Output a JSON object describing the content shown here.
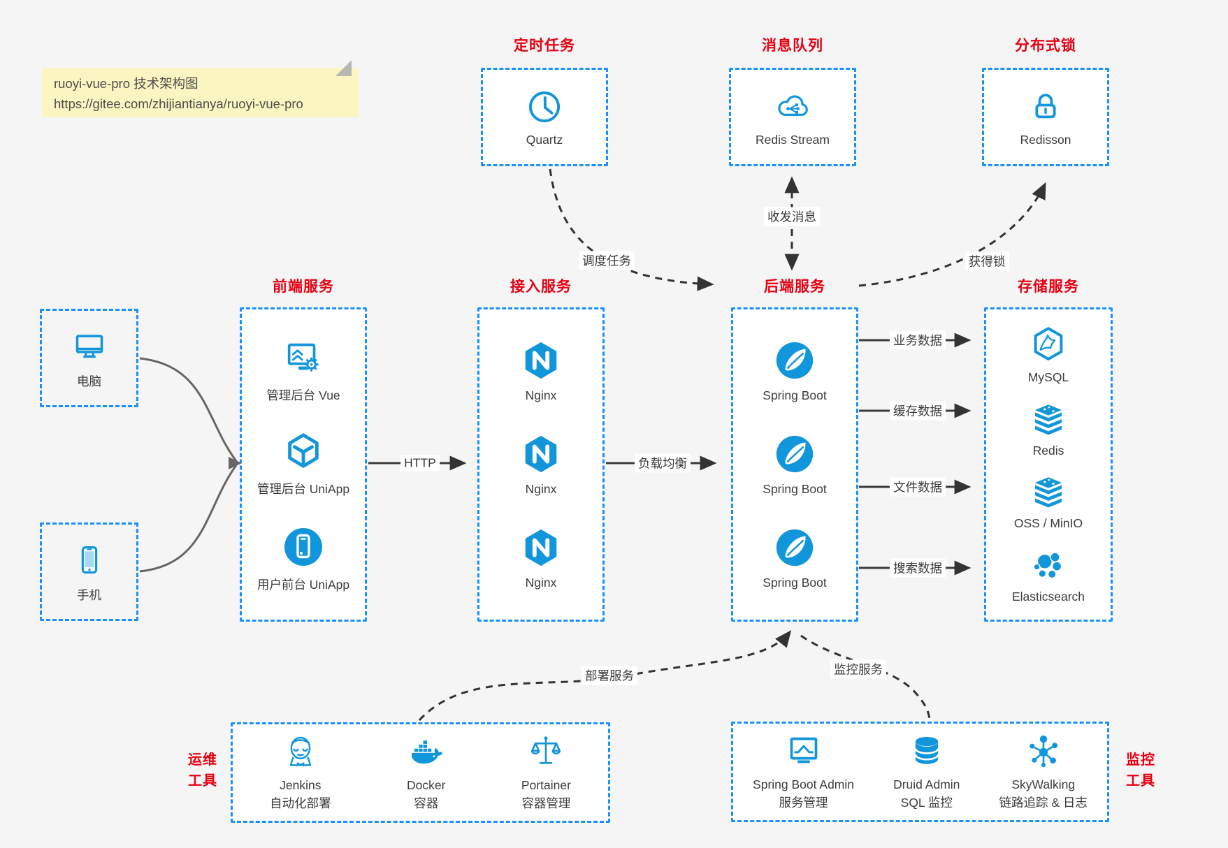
{
  "note": {
    "line1": "ruoyi-vue-pro 技术架构图",
    "line2": "https://gitee.com/zhijiantianya/ruoyi-vue-pro"
  },
  "colors": {
    "accent": "#1296db",
    "border_blue": "#1890ff",
    "title_red": "#e60012",
    "arrow_dark": "#333333",
    "arrow_gray": "#666666",
    "note_bg": "#fbf5c1"
  },
  "top_groups": {
    "scheduler": {
      "title": "定时任务",
      "item": {
        "label": "Quartz",
        "icon": "clock-icon"
      }
    },
    "mq": {
      "title": "消息队列",
      "item": {
        "label": "Redis Stream",
        "icon": "cloud-share-icon"
      }
    },
    "lock": {
      "title": "分布式锁",
      "item": {
        "label": "Redisson",
        "icon": "lock-icon"
      }
    }
  },
  "clients": {
    "pc": {
      "label": "电脑",
      "icon": "desktop-icon"
    },
    "mobile": {
      "label": "手机",
      "icon": "smartphone-icon"
    }
  },
  "groups": {
    "frontend": {
      "title": "前端服务",
      "items": [
        {
          "label": "管理后台 Vue",
          "icon": "admin-vue-icon"
        },
        {
          "label": "管理后台 UniApp",
          "icon": "uniapp-cube-icon"
        },
        {
          "label": "用户前台 UniApp",
          "icon": "user-app-icon"
        }
      ]
    },
    "gateway": {
      "title": "接入服务",
      "items": [
        {
          "label": "Nginx",
          "icon": "nginx-icon"
        },
        {
          "label": "Nginx",
          "icon": "nginx-icon"
        },
        {
          "label": "Nginx",
          "icon": "nginx-icon"
        }
      ]
    },
    "backend": {
      "title": "后端服务",
      "items": [
        {
          "label": "Spring Boot",
          "icon": "spring-leaf-icon"
        },
        {
          "label": "Spring Boot",
          "icon": "spring-leaf-icon"
        },
        {
          "label": "Spring Boot",
          "icon": "spring-leaf-icon"
        }
      ]
    },
    "storage": {
      "title": "存储服务",
      "items": [
        {
          "label": "MySQL",
          "icon": "mysql-dolphin-icon"
        },
        {
          "label": "Redis",
          "icon": "redis-stack-icon"
        },
        {
          "label": "OSS / MinIO",
          "icon": "oss-stack-icon"
        },
        {
          "label": "Elasticsearch",
          "icon": "elasticsearch-cluster-icon"
        }
      ]
    }
  },
  "edges": {
    "http": "HTTP",
    "load_balance": "负载均衡",
    "business_data": "业务数据",
    "cache_data": "缓存数据",
    "file_data": "文件数据",
    "search_data": "搜索数据",
    "schedule_task": "调度任务",
    "send_receive_message": "收发消息",
    "acquire_lock": "获得锁",
    "deploy_service": "部署服务",
    "monitor_service": "监控服务"
  },
  "ops_tools": {
    "title_line1": "运维",
    "title_line2": "工具",
    "items": [
      {
        "name": "Jenkins",
        "desc": "自动化部署",
        "icon": "jenkins-butler-icon"
      },
      {
        "name": "Docker",
        "desc": "容器",
        "icon": "docker-whale-icon"
      },
      {
        "name": "Portainer",
        "desc": "容器管理",
        "icon": "portainer-scales-icon"
      }
    ]
  },
  "monitor_tools": {
    "title_line1": "监控",
    "title_line2": "工具",
    "items": [
      {
        "name": "Spring Boot Admin",
        "desc": "服务管理",
        "icon": "chart-monitor-icon"
      },
      {
        "name": "Druid Admin",
        "desc": "SQL 监控",
        "icon": "database-icon"
      },
      {
        "name": "SkyWalking",
        "desc": "链路追踪 & 日志",
        "icon": "topology-icon"
      }
    ]
  }
}
